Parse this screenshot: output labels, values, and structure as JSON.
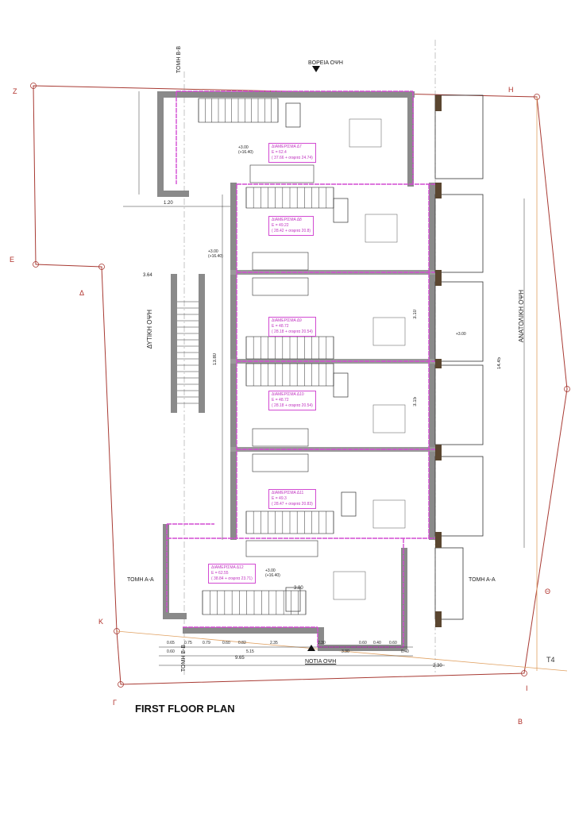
{
  "title": "FIRST FLOOR PLAN",
  "elevations": {
    "north": "ΒΟΡΕΙΑ ΟΨΗ",
    "south": "ΝΟΤΙΑ ΟΨΗ",
    "west": "ΔΥΤΙΚΗ ΟΨΗ",
    "east": "ΑΝΑΤΟΛΙΚΗ ΟΨΗ"
  },
  "sections": {
    "bb_top": "ΤΟΜΗ Β-Β",
    "bb_bottom": "ΤΟΜΗ Β-Β",
    "aa_left": "ΤΟΜΗ Α-Α",
    "aa_right": "ΤΟΜΗ Α-Α"
  },
  "plot_points": [
    "Z",
    "H",
    "E",
    "Δ",
    "Θ",
    "K",
    "Γ",
    "I",
    "B",
    "T4"
  ],
  "apartments": [
    {
      "name": "ΔΙΑΜΕΡΙΣΜΑ Δ7",
      "area": "E = 62.4",
      "detail": "( 37.66 + σοφιτα 24.74)"
    },
    {
      "name": "ΔΙΑΜΕΡΙΣΜΑ Δ8",
      "area": "E = 49.22",
      "detail": "( 28.42 + σοφιτα 20.8)"
    },
    {
      "name": "ΔΙΑΜΕΡΙΣΜΑ Δ9",
      "area": "E = 48.72",
      "detail": "( 28.18 + σοφιτα 20.54)"
    },
    {
      "name": "ΔΙΑΜΕΡΙΣΜΑ Δ10",
      "area": "E = 48.72",
      "detail": "( 28.18 + σοφιτα 20.54)"
    },
    {
      "name": "ΔΙΑΜΕΡΙΣΜΑ Δ11",
      "area": "E = 49.3",
      "detail": "( 28.47 + σοφιτα 20.83)"
    },
    {
      "name": "ΔΙΑΜΕΡΙΣΜΑ Δ12",
      "area": "E = 62.55",
      "detail": "( 38.84 + σοφιτα 23.71)"
    }
  ],
  "levels": {
    "top": "+3.00",
    "top_sub": "(+16.40)",
    "bottom": "+3.00",
    "bottom_sub": "(+16.40)",
    "east": "+3.00",
    "west": "+3.00",
    "west_sub": "(+16.40)"
  },
  "dimensions": {
    "south_row1": [
      "0.65",
      "0.75",
      "0.79",
      "0.60",
      "0.82",
      "2.35",
      "2.30",
      "0.60",
      "0.40",
      "0.60"
    ],
    "south_row2": [
      "0.60",
      "5.15",
      "3.30",
      "0.40"
    ],
    "south_total": "9.65",
    "south_right": "2.30",
    "west_left": "3.64",
    "west_mid": "13.80",
    "east_total": "14.45",
    "north_left": "1.20",
    "east_parts": [
      "3.10",
      "3.15",
      "3.80"
    ]
  },
  "colors": {
    "apartment_boundary": "#d24bd2",
    "plot_boundary": "#a83a33",
    "walls": "#8a8a8a",
    "setback": "#e0a060"
  }
}
